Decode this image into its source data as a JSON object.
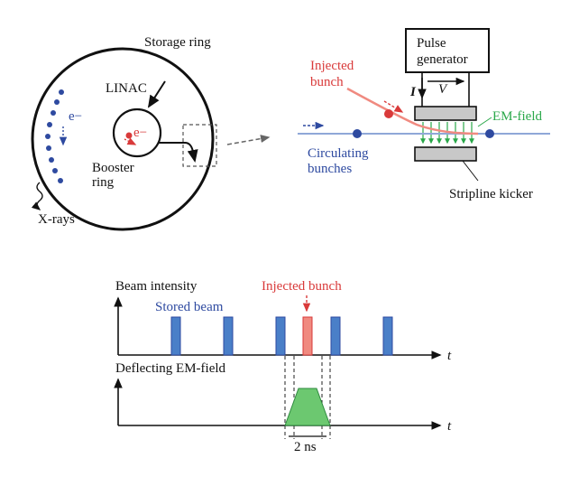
{
  "top_diagram": {
    "storage_ring_label": "Storage ring",
    "linac_label": "LINAC",
    "electron_symbol": "e−",
    "electron_symbol_red": "e−",
    "booster_label_line1": "Booster",
    "booster_label_line2": "ring",
    "xrays_label": "X-rays",
    "pulse_generator_line1": "Pulse",
    "pulse_generator_line2": "generator",
    "current_symbol": "I",
    "voltage_symbol": "V",
    "injected_bunch_line1": "Injected",
    "injected_bunch_line2": "bunch",
    "em_field_label": "EM-field",
    "circulating_line1": "Circulating",
    "circulating_line2": "bunches",
    "stripline_kicker_label": "Stripline kicker"
  },
  "timing_diagram": {
    "beam_intensity_label": "Beam intensity",
    "stored_beam_label": "Stored beam",
    "injected_bunch_label": "Injected bunch",
    "deflecting_field_label": "Deflecting EM-field",
    "time_axis_label": "t",
    "time_axis_label_2": "t",
    "pulse_width_label": "2 ns"
  },
  "colors": {
    "stored_beam": "#4a7fc8",
    "injected": "#f08a80",
    "field_pulse": "#6cc870",
    "label_blue": "#2e4aa0",
    "label_red": "#d93a3a",
    "label_green": "#2aa84a"
  }
}
